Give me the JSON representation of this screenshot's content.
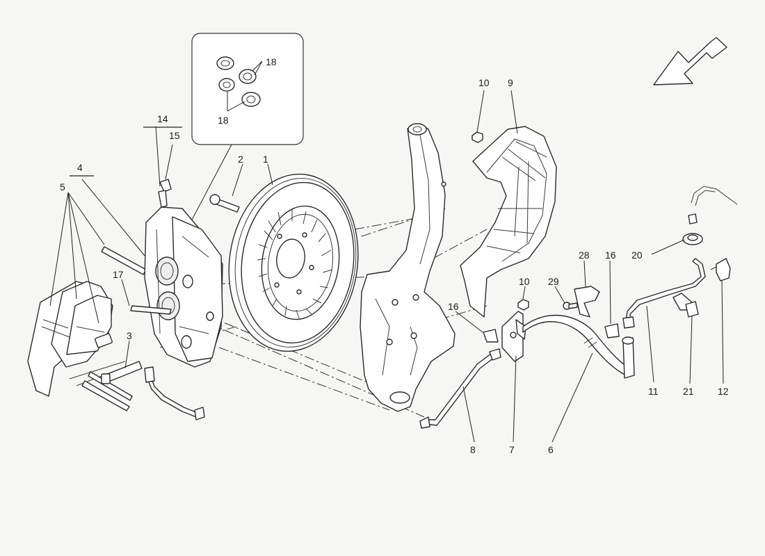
{
  "callouts": {
    "c1": "1",
    "c2": "2",
    "c3": "3",
    "c4": "4",
    "c5": "5",
    "c6": "6",
    "c7": "7",
    "c8": "8",
    "c9": "9",
    "c10a": "10",
    "c10b": "10",
    "c11": "11",
    "c12": "12",
    "c14": "14",
    "c15": "15",
    "c16a": "16",
    "c16b": "16",
    "c17": "17",
    "c18a": "18",
    "c18b": "18",
    "c20": "20",
    "c21": "21",
    "c28": "28",
    "c29": "29"
  },
  "colors": {
    "line": "#2a2a2a",
    "paper": "#f6f6f4",
    "part_fill": "#ffffff"
  },
  "icons": {
    "direction": "direction-arrow-icon"
  }
}
